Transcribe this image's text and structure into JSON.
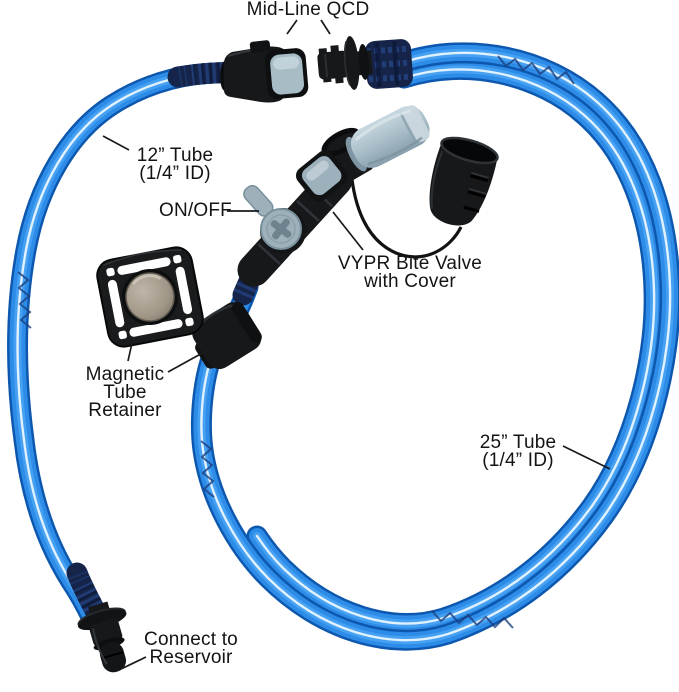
{
  "diagram": {
    "type": "annotated-product-diagram",
    "subject": "Hydration pack drink tube kit with quick-connect fittings",
    "background": "#ffffff",
    "labels": {
      "mid_line_qcd": "Mid-Line QCD",
      "tube_12_line1": "12” Tube",
      "tube_12_line2": "(1/4” ID)",
      "on_off": "ON/OFF",
      "bite_valve_line1": "VYPR Bite Valve",
      "bite_valve_line2": "with Cover",
      "retainer_line1": "Magnetic",
      "retainer_line2": "Tube",
      "retainer_line3": "Retainer",
      "tube_25_line1": "25” Tube",
      "tube_25_line2": "(1/4” ID)",
      "reservoir_line1": "Connect to",
      "reservoir_line2": "Reservoir"
    },
    "annotated_parts": [
      "Mid-Line QCD (quick connect disconnect, two halves shown separated)",
      "12” Tube (1/4” ID) — left arc to reservoir connector",
      "ON/OFF lever valve",
      "VYPR Bite Valve with black rubber cover cap on tether",
      "Magnetic Tube Retainer (square clip with round magnet) and tube-mounted clip",
      "25” Tube (1/4” ID) — large coiled loop",
      "Connect to Reservoir — black barbed quick-connect plug"
    ],
    "colors": {
      "tube_blue": "#2d8ce8",
      "tube_edge_blue": "#0d58ae",
      "tube_highlight": "#e9f6ff",
      "sleeve_navy": "#152448",
      "plastic_black": "#17181a",
      "button_gray": "#a8bcc6",
      "bite_valve_gray": "#a9bec9",
      "magnet_silver": "#a59d90",
      "label_text": "#141414"
    }
  }
}
